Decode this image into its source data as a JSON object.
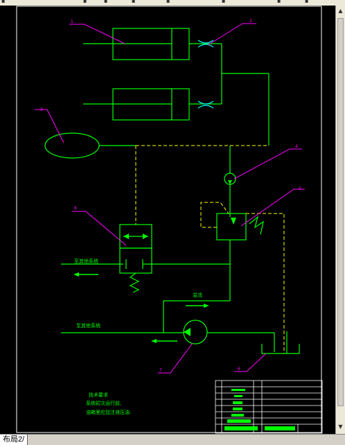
{
  "window": {
    "layout_tab": "布局2/"
  },
  "diagram": {
    "labels": {
      "l1": "1",
      "l2": "2",
      "l3": "3",
      "l4": "4",
      "l5": "5",
      "l6": "6",
      "l7": "7",
      "l8": "8"
    },
    "flow_left_top": "至其他系统",
    "flow_left_bottom": "至其他系统",
    "flow_right": "溢流",
    "notes": {
      "title": "技术要求",
      "line1": "系统初次运行前,",
      "line2": "油箱里应加注液压油."
    }
  },
  "colors": {
    "line": "#00ff00",
    "leader": "#ff00ff",
    "pilot": "#ffff00",
    "frame": "#ffffff"
  }
}
